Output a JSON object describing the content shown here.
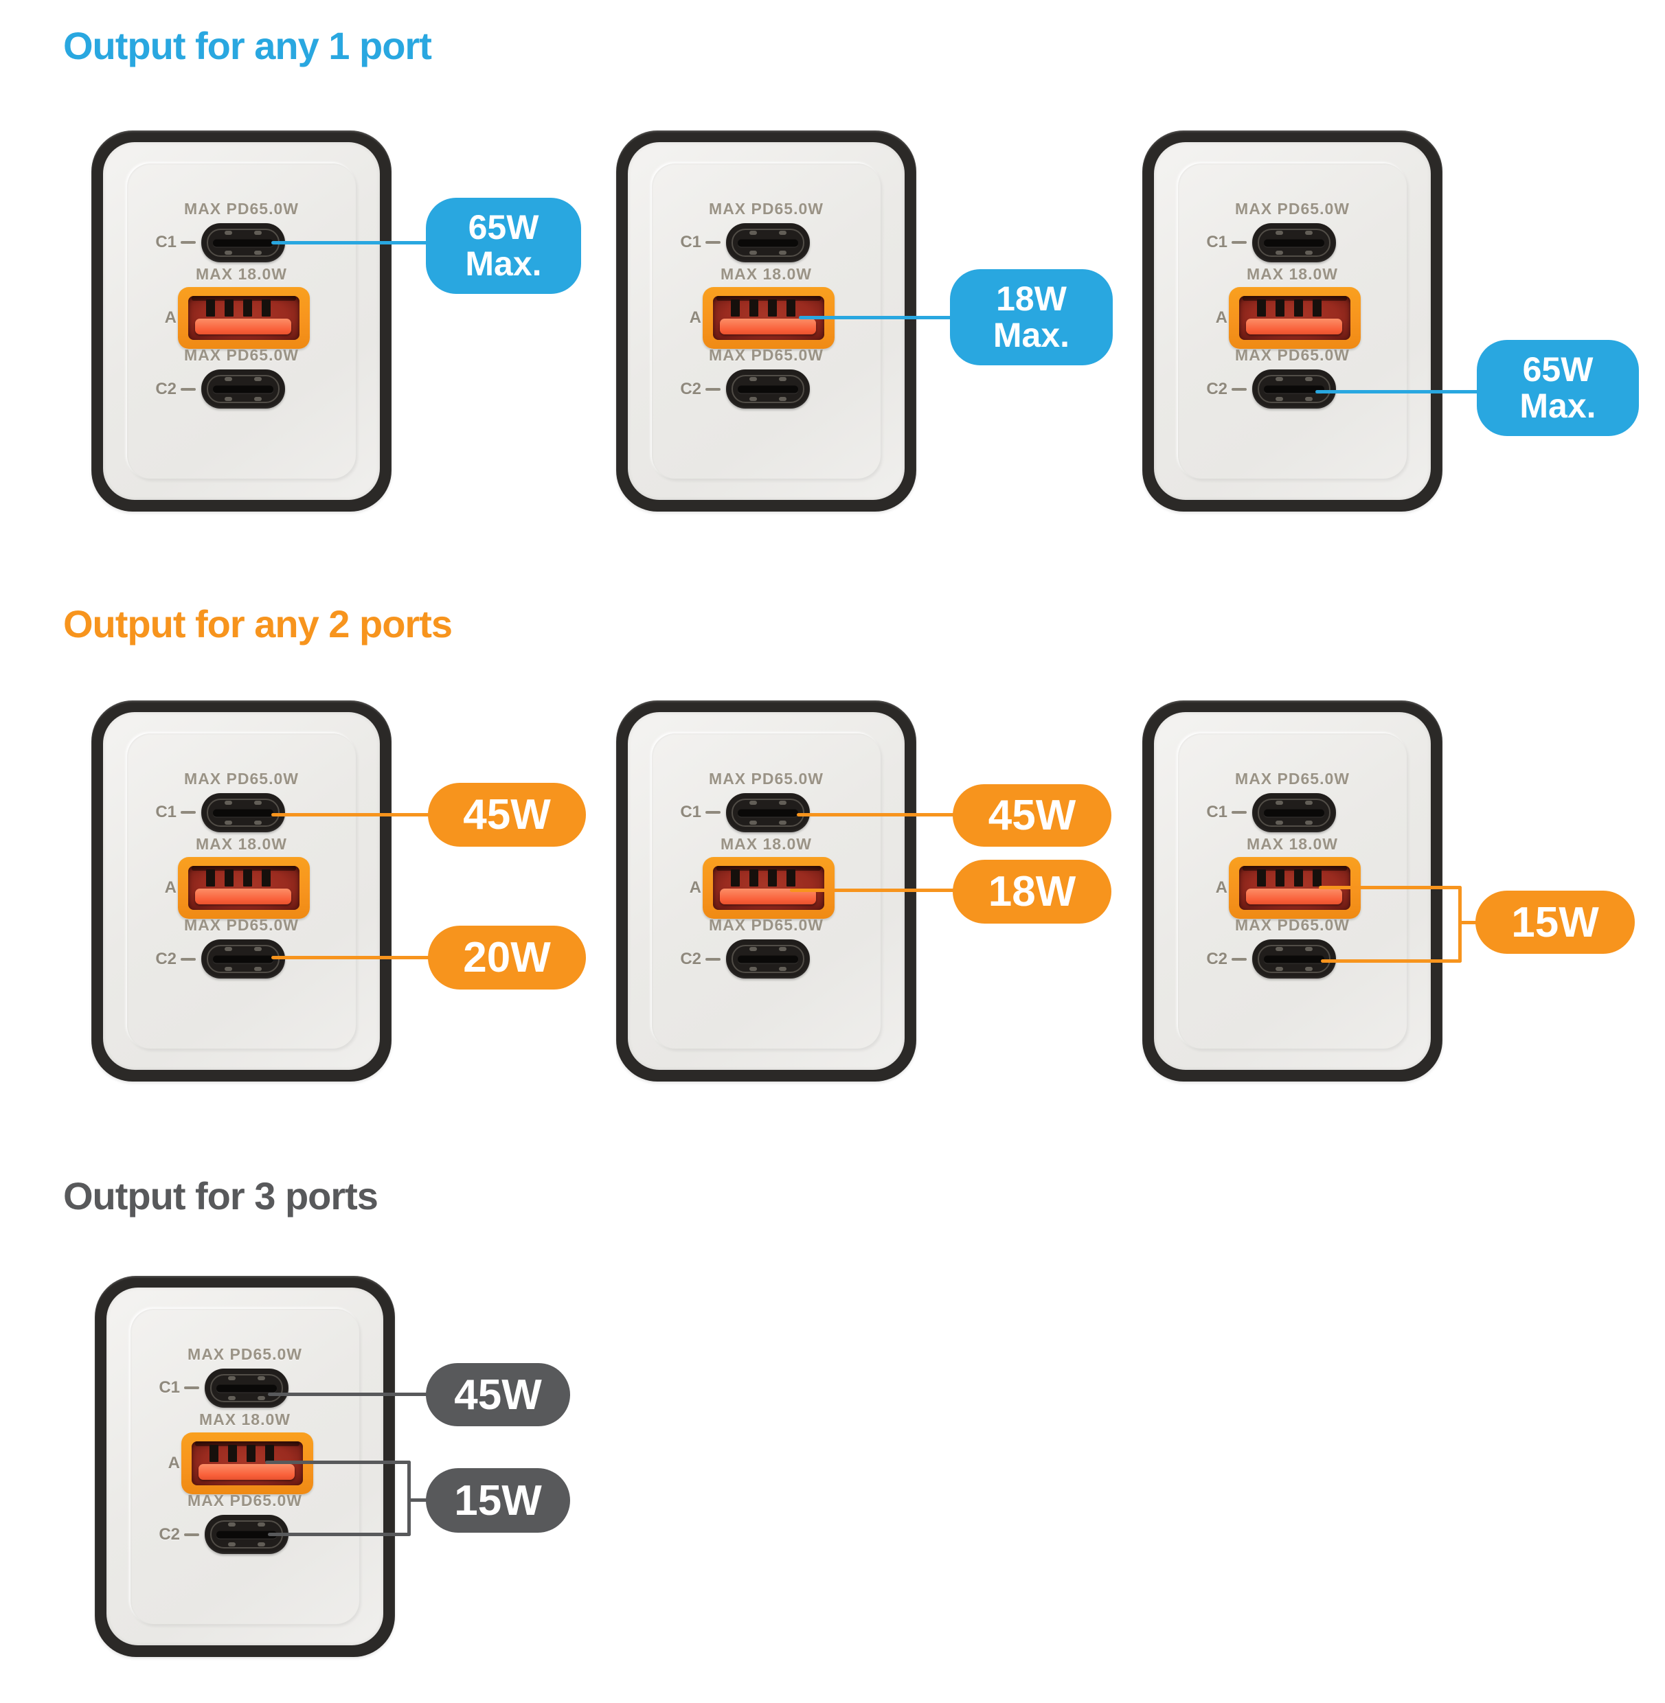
{
  "colors": {
    "section1_blue": "#29A7E0",
    "section2_orange": "#F7941D",
    "section3_gray": "#58595B",
    "usb_a_ring": "#F7941E",
    "usb_a_tongue": "#F9603A",
    "charger_body": "#2B2927",
    "charger_face": "#EBEAE7",
    "callout_text": "#FFFFFF"
  },
  "sections": [
    {
      "heading": "Output for any 1 port",
      "color": "#29A7E0"
    },
    {
      "heading": "Output for any 2 ports",
      "color": "#F7941D"
    },
    {
      "heading": "Output for 3 ports",
      "color": "#58595B"
    }
  ],
  "charger": {
    "ports": [
      {
        "label": "C1",
        "max_label": "MAX PD65.0W",
        "type": "usb-c"
      },
      {
        "label": "A",
        "max_label": "MAX 18.0W",
        "type": "usb-a"
      },
      {
        "label": "C2",
        "max_label": "MAX PD65.0W",
        "type": "usb-c"
      }
    ]
  },
  "callouts": [
    {
      "line1": "65W",
      "line2": "Max.",
      "connects_to": "C1",
      "color": "#29A7E0"
    },
    {
      "line1": "18W",
      "line2": "Max.",
      "connects_to": "A",
      "color": "#29A7E0"
    },
    {
      "line1": "65W",
      "line2": "Max.",
      "connects_to": "C2",
      "color": "#29A7E0"
    },
    {
      "line1": "45W",
      "connects_to": "C1",
      "color": "#F7941D"
    },
    {
      "line1": "20W",
      "connects_to": "C2",
      "color": "#F7941D"
    },
    {
      "line1": "45W",
      "connects_to": "C1",
      "color": "#F7941D"
    },
    {
      "line1": "18W",
      "connects_to": "A",
      "color": "#F7941D"
    },
    {
      "line1": "15W",
      "connects_to": "A, C2",
      "color": "#F7941D"
    },
    {
      "line1": "45W",
      "connects_to": "C1",
      "color": "#58595B"
    },
    {
      "line1": "15W",
      "connects_to": "A, C2",
      "color": "#58595B"
    }
  ]
}
